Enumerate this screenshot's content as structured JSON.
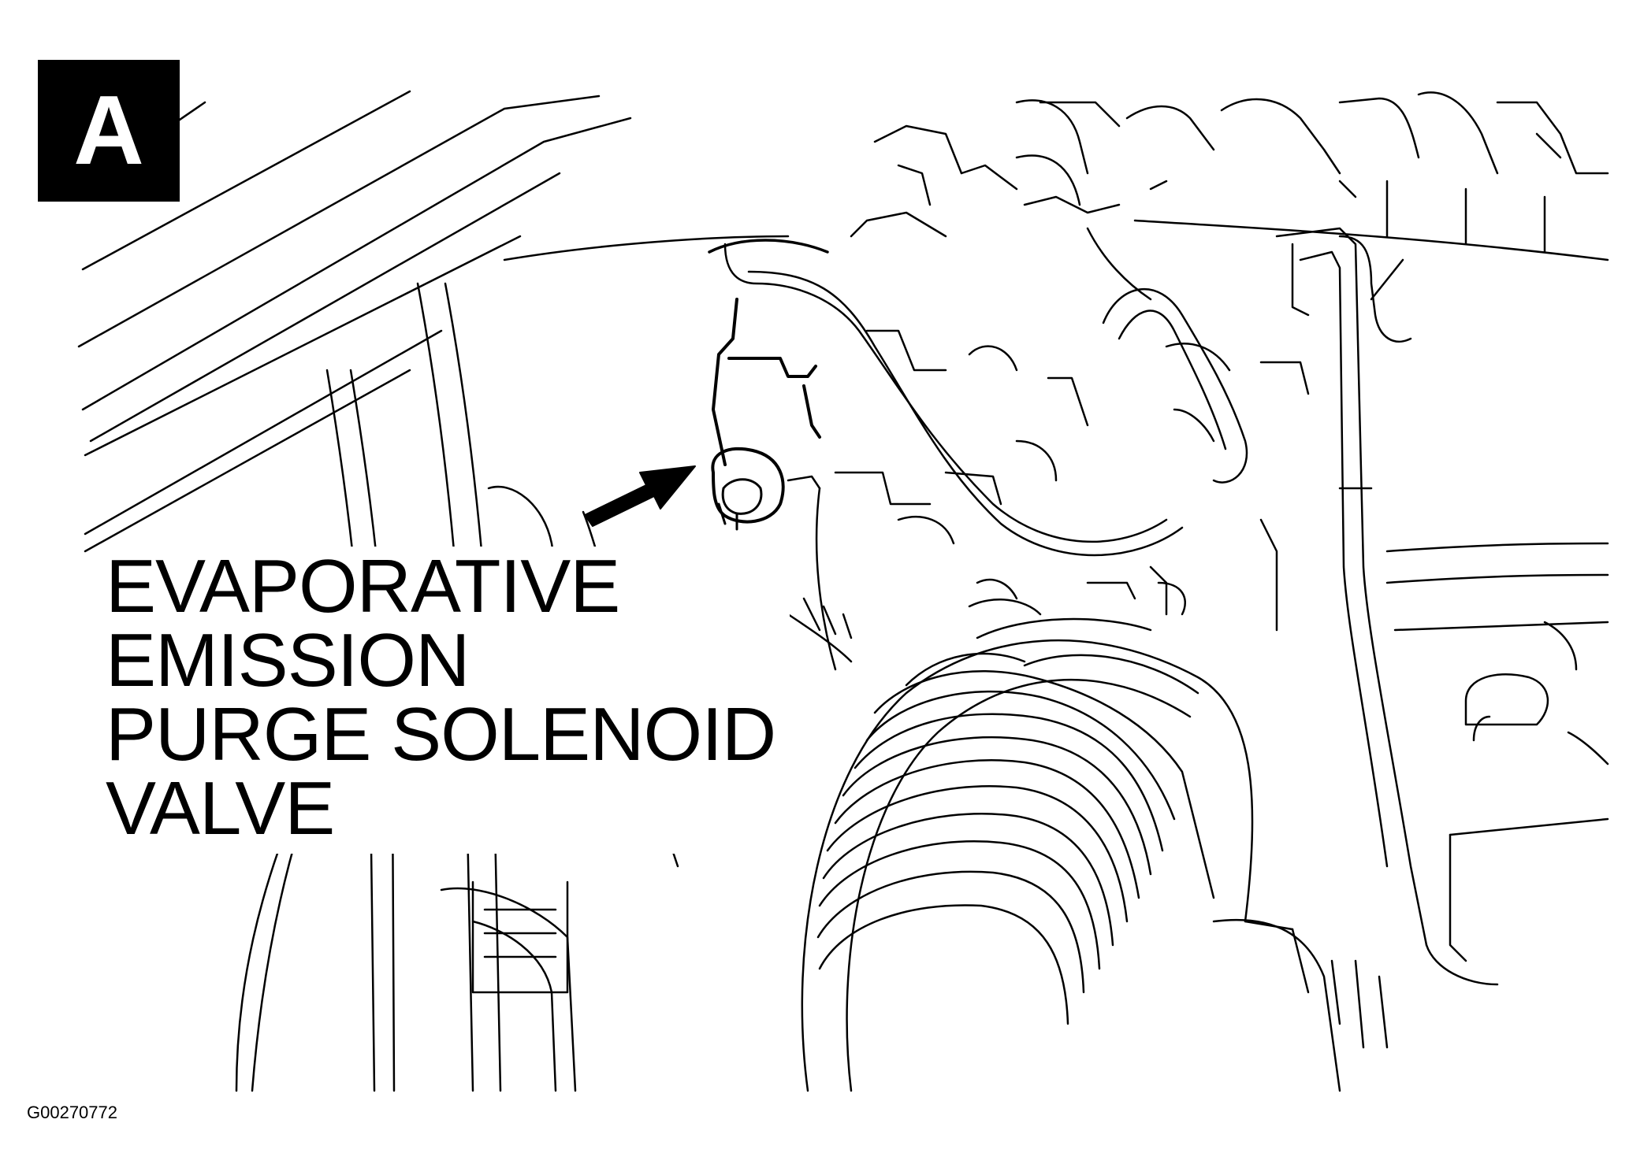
{
  "figure": {
    "badge_letter": "A",
    "component_label": [
      "EVAPORATIVE",
      "EMISSION",
      "PURGE SOLENOID",
      "VALVE"
    ],
    "figure_code": "G00270772"
  },
  "colors": {
    "line": "#000000",
    "background": "#ffffff",
    "badge": "#000000"
  },
  "icons": {
    "pointer": "arrow-icon"
  }
}
